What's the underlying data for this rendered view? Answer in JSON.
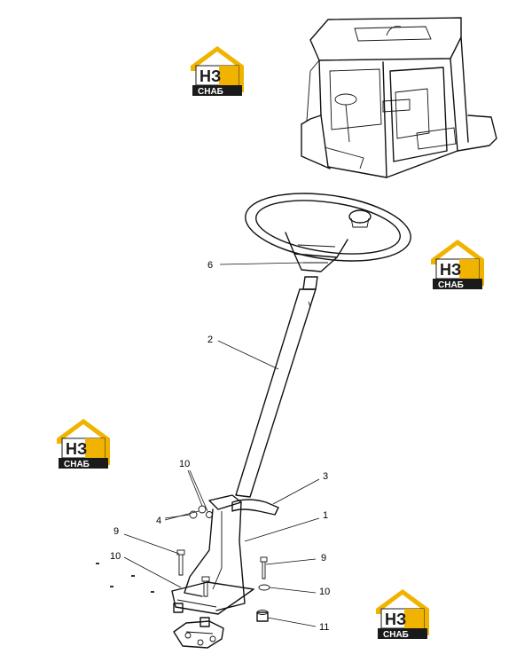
{
  "logo": {
    "letters_top": "НЗ",
    "letters_bottom": "СНАБ",
    "colors": {
      "accent": "#f0b400",
      "dark": "#1a1a1a",
      "white": "#ffffff"
    }
  },
  "callouts": {
    "c6": "6",
    "c2": "2",
    "c10a": "10",
    "c3": "3",
    "c4": "4",
    "c1": "1",
    "c9a": "9",
    "c10b": "10",
    "c9b": "9",
    "c10c": "10",
    "c11": "11"
  },
  "colors": {
    "line": "#111111",
    "background": "#ffffff"
  }
}
